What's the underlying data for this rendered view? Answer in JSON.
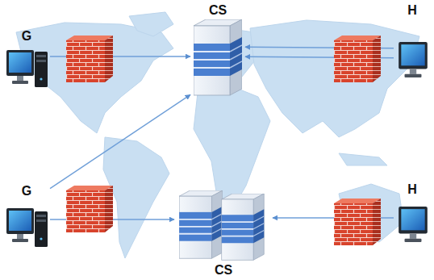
{
  "diagram": {
    "nodes": [
      {
        "text": [
          "G"
        ]
      },
      {
        "text": [
          "CS"
        ]
      },
      {
        "text": [
          "H"
        ]
      },
      {
        "text": [
          "G"
        ]
      },
      {
        "text": [
          "CS"
        ]
      },
      {
        "text": [
          "H"
        ]
      }
    ],
    "edges": [
      {
        "from": 0,
        "to": 1,
        "arrow": "to"
      },
      {
        "from": 2,
        "to": 1,
        "arrow": "to"
      },
      {
        "from": 2,
        "to": 1,
        "arrow": "to"
      },
      {
        "from": 3,
        "to": 1,
        "arrow": "to"
      },
      {
        "from": 3,
        "to": 4,
        "arrow": "to"
      },
      {
        "from": 5,
        "to": 4,
        "arrow": "to"
      }
    ]
  }
}
